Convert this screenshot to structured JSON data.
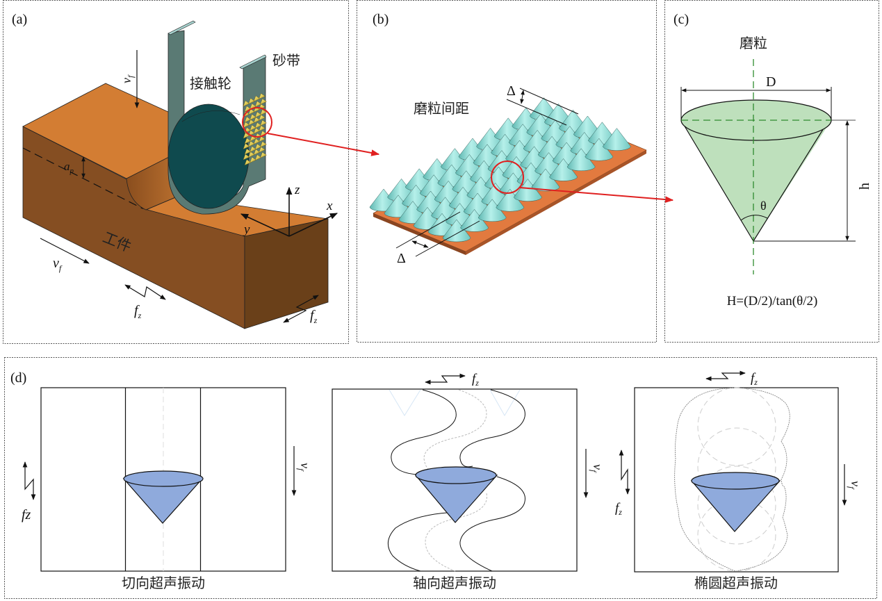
{
  "figure": {
    "panels": {
      "a": {
        "tag": "(a)",
        "labels": {
          "belt": "砂带",
          "contact_wheel": "接触轮",
          "workpiece": "工件",
          "feed_speed": "v",
          "feed_speed_sub": "f",
          "depth": "a",
          "depth_sub": "p",
          "freq": "f",
          "freq_sub": "z",
          "axis_x": "x",
          "axis_y": "y",
          "axis_z": "z"
        },
        "colors": {
          "workpiece_top": "#D37D33",
          "workpiece_front": "#854E22",
          "workpiece_side": "#6A4019",
          "belt": "#5A7A74",
          "belt_edge": "#A8D4D0",
          "wheel": "#0F4A4E",
          "grain": "#E8D65A",
          "highlight": "#E02020"
        }
      },
      "b": {
        "tag": "(b)",
        "labels": {
          "spacing": "磨粒间距",
          "delta": "Δ"
        },
        "grid": {
          "rows": 6,
          "cols": 10
        },
        "colors": {
          "cone": "#8FDCD6",
          "plate": "#E27A3F",
          "highlight": "#E02020"
        }
      },
      "c": {
        "tag": "(c)",
        "labels": {
          "grain": "磨粒",
          "diameter": "D",
          "height": "h",
          "angle": "θ",
          "formula": "H=(D/2)/tan(θ/2)"
        },
        "colors": {
          "cone": "#BEE0BC",
          "axis": "#2E8B2E"
        }
      },
      "d": {
        "tag": "(d)",
        "subpanels": [
          {
            "caption": "切向超声振动",
            "mode": "tangential",
            "freq": "f",
            "freq_sub": "z",
            "freq_plain": "fz",
            "speed": "v",
            "speed_sub": "f"
          },
          {
            "caption": "轴向超声振动",
            "mode": "axial",
            "freq": "f",
            "freq_sub": "z",
            "speed": "v",
            "speed_sub": "f"
          },
          {
            "caption": "椭圆超声振动",
            "mode": "elliptical",
            "freq": "f",
            "freq_sub": "z",
            "speed": "v",
            "speed_sub": "f"
          }
        ],
        "colors": {
          "cone": "#8FAADC"
        }
      }
    }
  }
}
